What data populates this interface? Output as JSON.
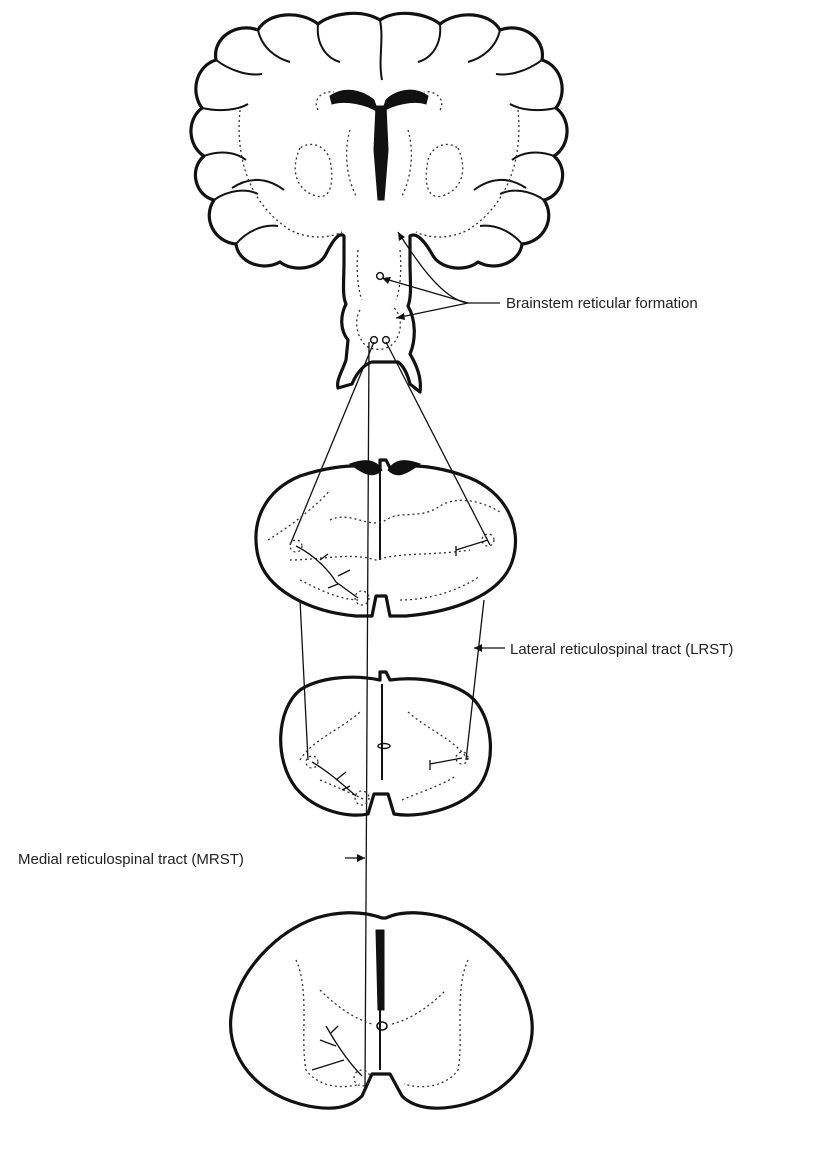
{
  "labels": {
    "brainstem": "Brainstem reticular formation",
    "lrst": "Lateral reticulospinal tract (LRST)",
    "mrst": "Medial reticulospinal tract (MRST)"
  }
}
